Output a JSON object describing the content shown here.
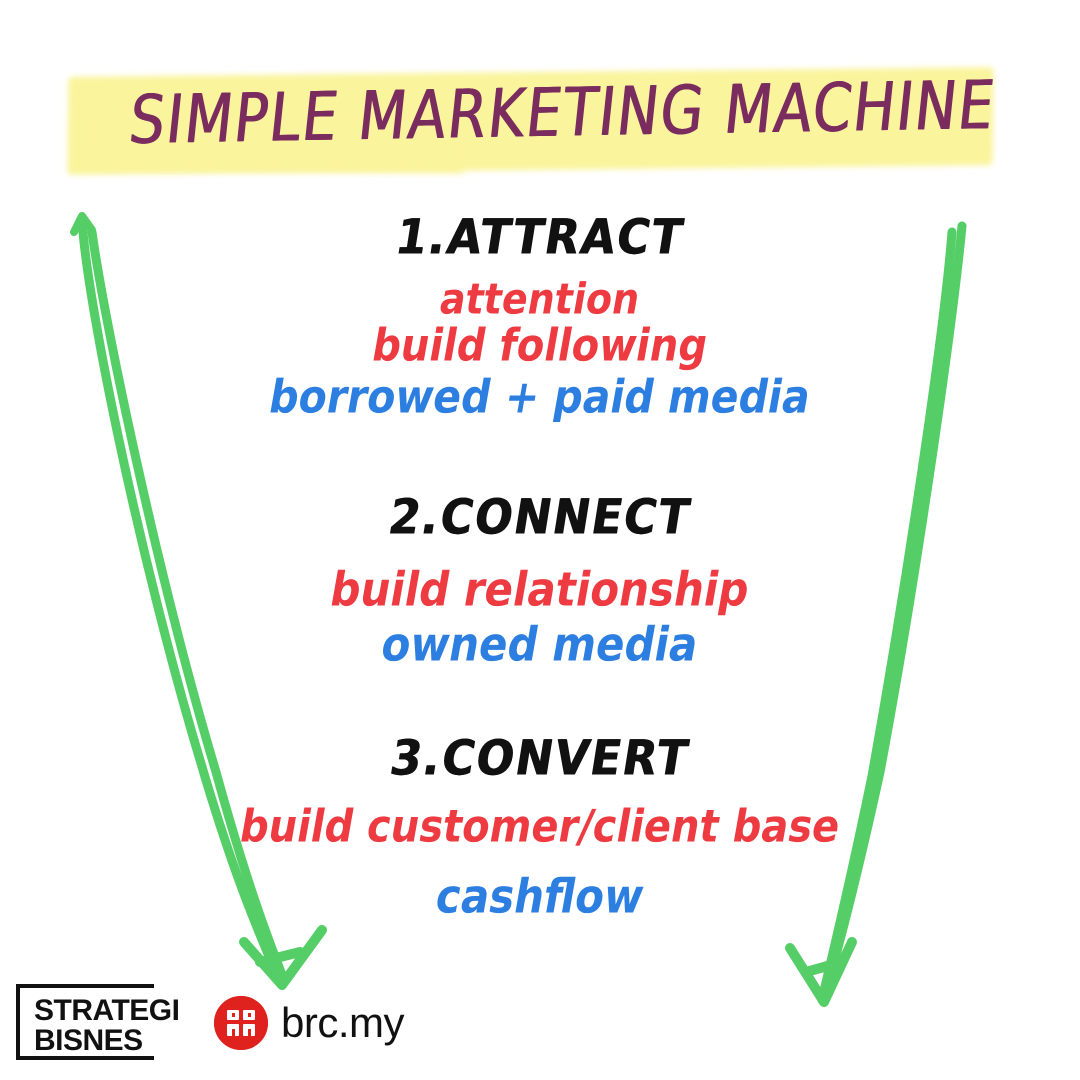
{
  "title": {
    "text": "SIMPLE MARKETING MACHINE",
    "ink_color": "#7B2C5E",
    "highlight_color": "#FAF49C"
  },
  "colors": {
    "heading_black": "#111111",
    "red": "#EE3B42",
    "blue": "#2C7FE0",
    "green_arrow": "#55CE67",
    "brand_red": "#E0221E"
  },
  "steps": [
    {
      "heading": "1.ATTRACT",
      "lines": [
        {
          "text": "attention",
          "color": "red"
        },
        {
          "text": "build following",
          "color": "red"
        },
        {
          "text": "borrowed + paid media",
          "color": "blue"
        }
      ]
    },
    {
      "heading": "2.CONNECT",
      "lines": [
        {
          "text": "build relationship",
          "color": "red"
        },
        {
          "text": "owned media",
          "color": "blue"
        }
      ]
    },
    {
      "heading": "3.CONVERT",
      "lines": [
        {
          "text": "build customer/client base",
          "color": "red"
        },
        {
          "text": "cashflow",
          "color": "blue"
        }
      ]
    }
  ],
  "footer": {
    "strategi": {
      "line1": "STRATEGI",
      "line2": "BISNES"
    },
    "brc": {
      "name": "brc.my",
      "mark_icon": "brc-building-mark-icon"
    }
  },
  "arrows": [
    {
      "name": "left-funnel-arrow",
      "direction": "down-with-up-tail"
    },
    {
      "name": "right-funnel-arrow",
      "direction": "down"
    }
  ]
}
